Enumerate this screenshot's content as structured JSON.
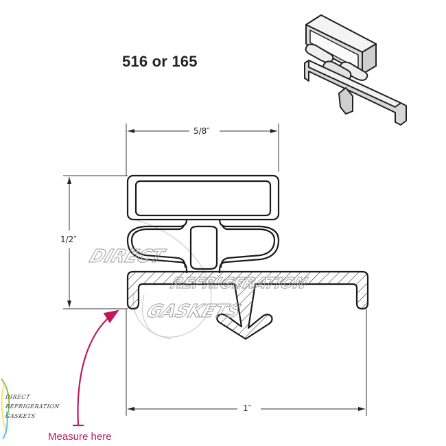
{
  "diagram": {
    "title": "516 or 165",
    "dimensions": {
      "width_top": "5/8″",
      "height_left": "1/2″",
      "width_bottom": "1″"
    },
    "annotation": {
      "label": "Measure here",
      "color": "#c2185b"
    },
    "watermark": {
      "lines": [
        "DIRECT",
        "REFRIGERATION",
        "GASKETS"
      ]
    },
    "logo": {
      "lines": [
        "DIRECT",
        "REFRIGERATION",
        "GASKETS"
      ]
    },
    "colors": {
      "line": "#1a1a1a",
      "dim_line": "#333333",
      "accent": "#c2185b",
      "background": "#ffffff"
    }
  }
}
